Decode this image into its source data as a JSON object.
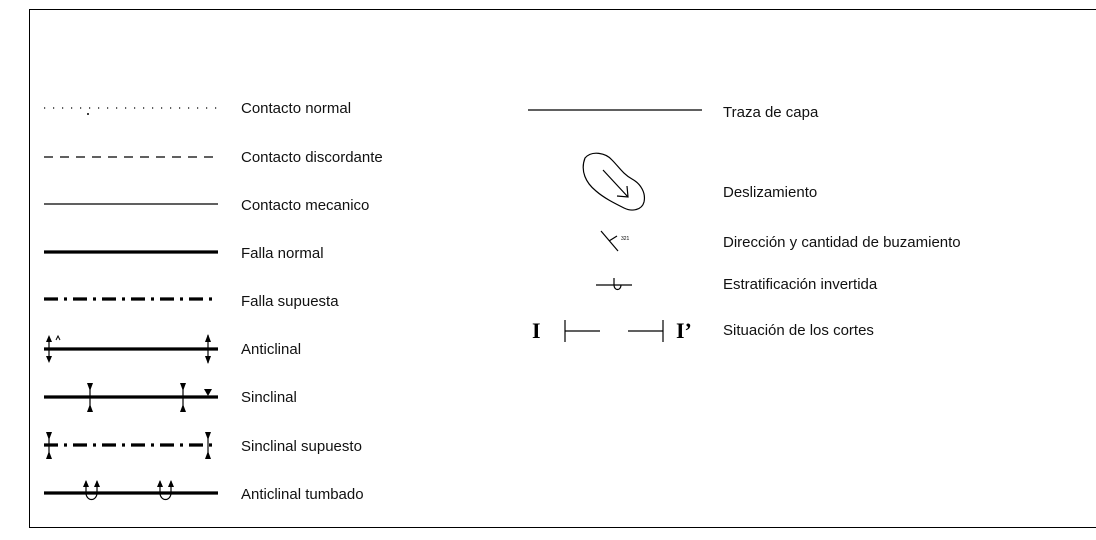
{
  "legend": {
    "left_column": [
      {
        "symbol": "dotted-line",
        "label": "Contacto normal"
      },
      {
        "symbol": "dashed-line",
        "label": "Contacto discordante"
      },
      {
        "symbol": "thin-line",
        "label": "Contacto mecanico"
      },
      {
        "symbol": "thick-line",
        "label": "Falla normal"
      },
      {
        "symbol": "dash-dot-thick-line",
        "label": "Falla supuesta"
      },
      {
        "symbol": "anticline-line",
        "label": "Anticlinal"
      },
      {
        "symbol": "syncline-line",
        "label": "Sinclinal"
      },
      {
        "symbol": "dash-dot-syncline-line",
        "label": "Sinclinal supuesto"
      },
      {
        "symbol": "overturned-anticline-line",
        "label": "Anticlinal tumbado"
      }
    ],
    "right_column": [
      {
        "symbol": "layer-trace-line",
        "label": "Traza de capa"
      },
      {
        "symbol": "landslide-outline-arrow",
        "label": "Deslizamiento"
      },
      {
        "symbol": "dip-strike",
        "label": "Dirección y cantidad de buzamiento",
        "dip_value": "321"
      },
      {
        "symbol": "inverted-bedding",
        "label": "Estratificación invertida"
      },
      {
        "symbol": "cross-section-markers",
        "label": "Situación de los cortes",
        "start_mark": "I",
        "end_mark": "I’"
      }
    ]
  }
}
